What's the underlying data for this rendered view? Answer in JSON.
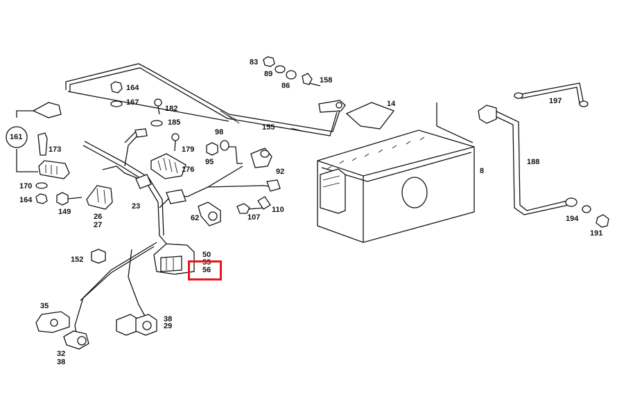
{
  "parts": [
    {
      "id": "p83",
      "label": "83"
    },
    {
      "id": "p89",
      "label": "89"
    },
    {
      "id": "p86",
      "label": "86"
    },
    {
      "id": "p158",
      "label": "158"
    },
    {
      "id": "p164a",
      "label": "164"
    },
    {
      "id": "p167",
      "label": "167"
    },
    {
      "id": "p182",
      "label": "182"
    },
    {
      "id": "p185",
      "label": "185"
    },
    {
      "id": "p179",
      "label": "179"
    },
    {
      "id": "p176",
      "label": "176"
    },
    {
      "id": "p161",
      "label": "161"
    },
    {
      "id": "p173",
      "label": "173"
    },
    {
      "id": "p170",
      "label": "170"
    },
    {
      "id": "p164b",
      "label": "164"
    },
    {
      "id": "p149",
      "label": "149"
    },
    {
      "id": "p26",
      "label": "26"
    },
    {
      "id": "p27",
      "label": "27"
    },
    {
      "id": "p23",
      "label": "23"
    },
    {
      "id": "p98",
      "label": "98"
    },
    {
      "id": "p95",
      "label": "95"
    },
    {
      "id": "p92",
      "label": "92"
    },
    {
      "id": "p155",
      "label": "155"
    },
    {
      "id": "p14",
      "label": "14"
    },
    {
      "id": "p8",
      "label": "8"
    },
    {
      "id": "p197",
      "label": "197"
    },
    {
      "id": "p188",
      "label": "188"
    },
    {
      "id": "p194",
      "label": "194"
    },
    {
      "id": "p191",
      "label": "191"
    },
    {
      "id": "p62",
      "label": "62"
    },
    {
      "id": "p107",
      "label": "107"
    },
    {
      "id": "p110",
      "label": "110"
    },
    {
      "id": "p152",
      "label": "152"
    },
    {
      "id": "p50",
      "label": "50"
    },
    {
      "id": "p55",
      "label": "55"
    },
    {
      "id": "p56",
      "label": "56"
    },
    {
      "id": "p35",
      "label": "35"
    },
    {
      "id": "p32",
      "label": "32"
    },
    {
      "id": "p38a",
      "label": "38"
    },
    {
      "id": "p38b",
      "label": "38"
    },
    {
      "id": "p29",
      "label": "29"
    }
  ],
  "highlight_color": "#e8141c"
}
